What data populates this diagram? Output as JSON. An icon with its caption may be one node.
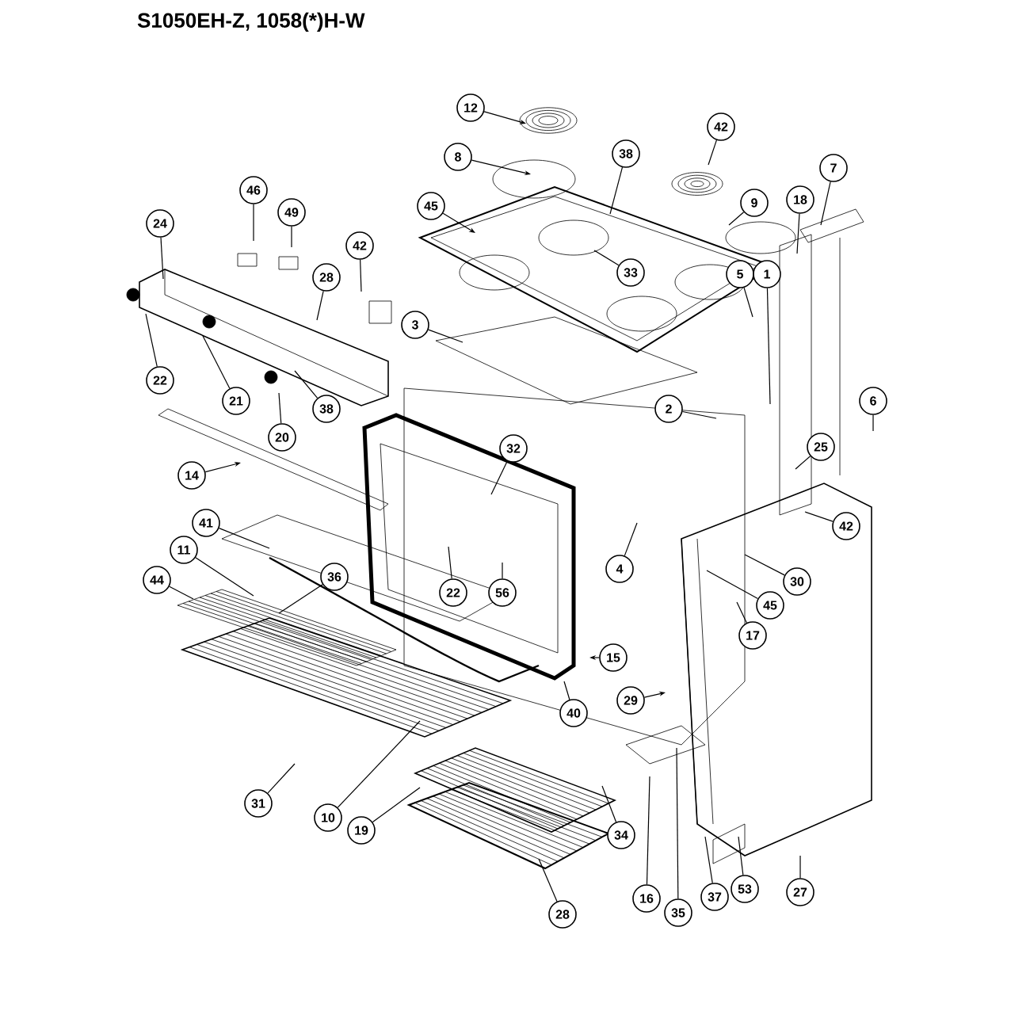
{
  "diagram": {
    "title": "S1050EH-Z, 1058(*)H-W",
    "nodes": [
      {
        "text": [
          "12"
        ]
      },
      {
        "text": [
          "42"
        ]
      },
      {
        "text": [
          "8"
        ]
      },
      {
        "text": [
          "38"
        ]
      },
      {
        "text": [
          "9"
        ]
      },
      {
        "text": [
          "7"
        ]
      },
      {
        "text": [
          "18"
        ]
      },
      {
        "text": [
          "46"
        ]
      },
      {
        "text": [
          "49"
        ]
      },
      {
        "text": [
          "24"
        ]
      },
      {
        "text": [
          "45"
        ]
      },
      {
        "text": [
          "42"
        ]
      },
      {
        "text": [
          "28"
        ]
      },
      {
        "text": [
          "3"
        ]
      },
      {
        "text": [
          "22"
        ]
      },
      {
        "text": [
          "21"
        ]
      },
      {
        "text": [
          "38"
        ]
      },
      {
        "text": [
          "20"
        ]
      },
      {
        "text": [
          "33"
        ]
      },
      {
        "text": [
          "5"
        ]
      },
      {
        "text": [
          "1"
        ]
      },
      {
        "text": [
          "6"
        ]
      },
      {
        "text": [
          "2"
        ]
      },
      {
        "text": [
          "25"
        ]
      },
      {
        "text": [
          "42"
        ]
      },
      {
        "text": [
          "32"
        ]
      },
      {
        "text": [
          "14"
        ]
      },
      {
        "text": [
          "41"
        ]
      },
      {
        "text": [
          "11"
        ]
      },
      {
        "text": [
          "36"
        ]
      },
      {
        "text": [
          "44"
        ]
      },
      {
        "text": [
          "4"
        ]
      },
      {
        "text": [
          "56"
        ]
      },
      {
        "text": [
          "22"
        ]
      },
      {
        "text": [
          "30"
        ]
      },
      {
        "text": [
          "45"
        ]
      },
      {
        "text": [
          "17"
        ]
      },
      {
        "text": [
          "15"
        ]
      },
      {
        "text": [
          "29"
        ]
      },
      {
        "text": [
          "40"
        ]
      },
      {
        "text": [
          "31"
        ]
      },
      {
        "text": [
          "10"
        ]
      },
      {
        "text": [
          "19"
        ]
      },
      {
        "text": [
          "34"
        ]
      },
      {
        "text": [
          "16"
        ]
      },
      {
        "text": [
          "35"
        ]
      },
      {
        "text": [
          "37"
        ]
      },
      {
        "text": [
          "53"
        ]
      },
      {
        "text": [
          "27"
        ]
      },
      {
        "text": [
          "28"
        ]
      }
    ],
    "edges": [
      {
        "from": 0,
        "to": null,
        "arrow": "to"
      },
      {
        "from": 1,
        "to": null,
        "arrow": "none"
      },
      {
        "from": 2,
        "to": null,
        "arrow": "to"
      },
      {
        "from": 3,
        "to": null,
        "arrow": "none"
      },
      {
        "from": 4,
        "to": null,
        "arrow": "none"
      },
      {
        "from": 5,
        "to": null,
        "arrow": "none"
      },
      {
        "from": 6,
        "to": null,
        "arrow": "none"
      },
      {
        "from": 7,
        "to": null,
        "arrow": "none"
      },
      {
        "from": 8,
        "to": null,
        "arrow": "none"
      },
      {
        "from": 9,
        "to": null,
        "arrow": "none"
      },
      {
        "from": 10,
        "to": null,
        "arrow": "to"
      },
      {
        "from": 11,
        "to": null,
        "arrow": "none"
      },
      {
        "from": 12,
        "to": null,
        "arrow": "none"
      },
      {
        "from": 13,
        "to": null,
        "arrow": "none"
      },
      {
        "from": 14,
        "to": null,
        "arrow": "none"
      },
      {
        "from": 15,
        "to": null,
        "arrow": "none"
      },
      {
        "from": 16,
        "to": null,
        "arrow": "none"
      },
      {
        "from": 17,
        "to": null,
        "arrow": "none"
      },
      {
        "from": 18,
        "to": null,
        "arrow": "none"
      },
      {
        "from": 19,
        "to": null,
        "arrow": "none"
      },
      {
        "from": 20,
        "to": null,
        "arrow": "none"
      },
      {
        "from": 21,
        "to": null,
        "arrow": "none"
      },
      {
        "from": 22,
        "to": null,
        "arrow": "none"
      },
      {
        "from": 23,
        "to": null,
        "arrow": "none"
      },
      {
        "from": 24,
        "to": null,
        "arrow": "none"
      },
      {
        "from": 25,
        "to": null,
        "arrow": "none"
      },
      {
        "from": 26,
        "to": null,
        "arrow": "to"
      },
      {
        "from": 27,
        "to": null,
        "arrow": "none"
      },
      {
        "from": 28,
        "to": null,
        "arrow": "none"
      },
      {
        "from": 29,
        "to": null,
        "arrow": "none"
      },
      {
        "from": 30,
        "to": null,
        "arrow": "none"
      },
      {
        "from": 31,
        "to": null,
        "arrow": "none"
      },
      {
        "from": 32,
        "to": null,
        "arrow": "none"
      },
      {
        "from": 33,
        "to": null,
        "arrow": "none"
      },
      {
        "from": 34,
        "to": null,
        "arrow": "none"
      },
      {
        "from": 35,
        "to": null,
        "arrow": "none"
      },
      {
        "from": 36,
        "to": null,
        "arrow": "none"
      },
      {
        "from": 37,
        "to": null,
        "arrow": "to"
      },
      {
        "from": 38,
        "to": null,
        "arrow": "to"
      },
      {
        "from": 39,
        "to": null,
        "arrow": "none"
      },
      {
        "from": 40,
        "to": null,
        "arrow": "none"
      },
      {
        "from": 41,
        "to": null,
        "arrow": "none"
      },
      {
        "from": 42,
        "to": null,
        "arrow": "none"
      },
      {
        "from": 43,
        "to": null,
        "arrow": "none"
      },
      {
        "from": 44,
        "to": null,
        "arrow": "none"
      },
      {
        "from": 45,
        "to": null,
        "arrow": "none"
      },
      {
        "from": 46,
        "to": null,
        "arrow": "none"
      },
      {
        "from": 47,
        "to": null,
        "arrow": "none"
      },
      {
        "from": 48,
        "to": null,
        "arrow": "none"
      },
      {
        "from": 49,
        "to": null,
        "arrow": "none"
      }
    ]
  }
}
